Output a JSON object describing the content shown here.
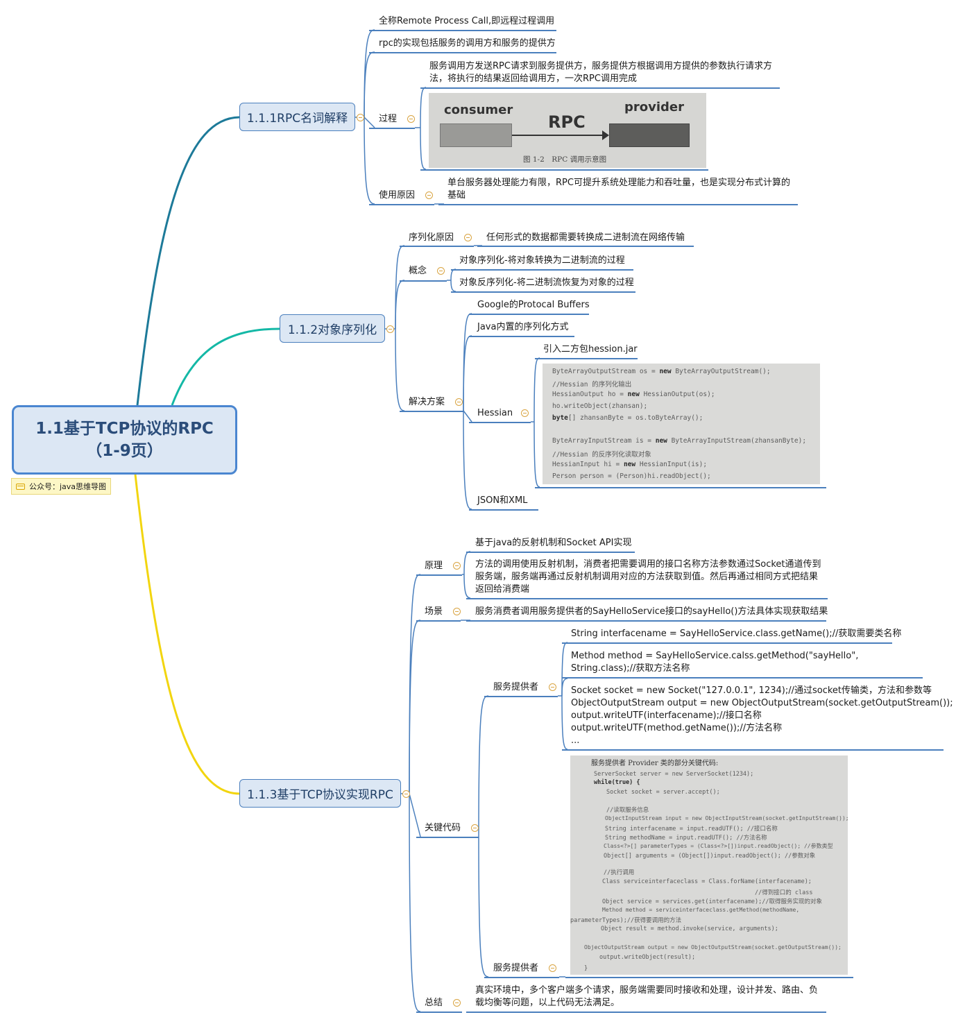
{
  "root": {
    "line1": "1.1基于TCP协议的RPC",
    "line2": "（1-9页）"
  },
  "note": "公众号：java思维导图",
  "b1": {
    "title": "1.1.1RPC名词解释",
    "full_name": "全称Remote Process Call,即远程过程调用",
    "impl": "rpc的实现包括服务的调用方和服务的提供方",
    "process_label": "过程",
    "process_text": "服务调用方发送RPC请求到服务提供方，服务提供方根据调用方提供的参数执行请求方法，将执行的结果返回给调用方，一次RPC调用完成",
    "diagram": {
      "consumer": "consumer",
      "provider": "provider",
      "rpc": "RPC",
      "caption": "图 1-2　RPC 调用示意图"
    },
    "reason_label": "使用原因",
    "reason_text": "单台服务器处理能力有限，RPC可提升系统处理能力和吞吐量，也是实现分布式计算的基础"
  },
  "b2": {
    "title": "1.1.2对象序列化",
    "why_label": "序列化原因",
    "why_text": "任何形式的数据都需要转换成二进制流在网络传输",
    "concept_label": "概念",
    "concept_1": "对象序列化-将对象转换为二进制流的过程",
    "concept_2": "对象反序列化-将二进制流恢复为对象的过程",
    "solution_label": "解决方案",
    "sol_1": "Google的Protocal Buffers",
    "sol_2": "Java内置的序列化方式",
    "hessian_label": "Hessian",
    "hessian_jar": "引入二方包hession.jar",
    "hessian_code": {
      "l1a": "ByteArrayOutputStream os = ",
      "l1k": "new",
      "l1b": " ByteArrayOutputStream();",
      "l2": "//Hessian 的序列化输出",
      "l3a": "HessianOutput ho = ",
      "l3k": "new",
      "l3b": " HessianOutput(os);",
      "l4": "ho.writeObject(zhansan);",
      "l5k": "byte",
      "l5b": "[] zhansanByte = os.toByteArray();",
      "l6a": "ByteArrayInputStream is = ",
      "l6k": "new",
      "l6b": " ByteArrayInputStream(zhansanByte);",
      "l7": "//Hessian 的反序列化读取对象",
      "l8a": "HessianInput hi = ",
      "l8k": "new",
      "l8b": " HessianInput(is);",
      "l9": "Person person = (Person)hi.readObject();"
    },
    "sol_4": "JSON和XML"
  },
  "b3": {
    "title": "1.1.3基于TCP协议实现RPC",
    "principle_label": "原理",
    "principle_1": "基于java的反射机制和Socket API实现",
    "principle_2": "方法的调用使用反射机制，消费者把需要调用的接口名称方法参数通过Socket通道传到服务端，服务端再通过反射机制调用对应的方法获取到值。然后再通过相同方式把结果返回给消费端",
    "scene_label": "场景",
    "scene_text": "服务消费者调用服务提供者的SayHelloService接口的sayHello()方法具体实现获取结果",
    "keycode_label": "关键代码",
    "provider_label_1": "服务提供者",
    "code_1": "String interfacename = SayHelloService.class.getName();//获取需要类名称",
    "code_2": "Method method = SayHelloService.calss.getMethod(\"sayHello\", String.class);//获取方法名称",
    "code_3": {
      "l1": "Socket socket = new Socket(\"127.0.0.1\", 1234);//通过socket传输类，方法和参数等",
      "l2": "ObjectOutputStream output = new ObjectOutputStream(socket.getOutputStream());",
      "l3": "output.writeUTF(interfacename);//接口名称",
      "l4": "output.writeUTF(method.getName());//方法名称",
      "l5": "..."
    },
    "provider_label_2": "服务提供者",
    "provider_code": {
      "h": "服务提供者 Provider 类的部分关键代码:",
      "l1": "ServerSocket server = new ServerSocket(1234);",
      "l2": "while(true) {",
      "l3": "Socket socket = server.accept();",
      "l4": "//读取服务信息",
      "l5": "ObjectInputStream input = new ObjectInputStream(socket.getInputStream());",
      "l6": "String interfacename = input.readUTF(); //接口名称",
      "l7": "String methodName = input.readUTF();  //方法名称",
      "l8": "Class<?>[] parameterTypes = (Class<?>[])input.readObject();  //参数类型",
      "l9": "Object[] arguments = (Object[])input.readObject();  //参数对象",
      "l10": "//执行调用",
      "l11": "Class serviceinterfaceclass = Class.forName(interfacename);",
      "l12": "//得到接口的 class",
      "l13": "Object service = services.get(interfacename);//取得服务实现的对象",
      "l14": "Method     method     =     serviceinterfaceclass.getMethod(methodName,",
      "l15": "parameterTypes);//获得要调用的方法",
      "l16": "Object result = method.invoke(service, arguments);",
      "l17": "ObjectOutputStream output = new ObjectOutputStream(socket.getOutputStream());",
      "l18": "output.writeObject(result);",
      "l19": "}"
    },
    "summary_label": "总结",
    "summary_text": "真实环境中，多个客户端多个请求，服务端需要同时接收和处理，设计并发、路由、负载均衡等问题，以上代码无法满足。"
  },
  "colors": {
    "branch1": "#1d7a99",
    "branch2": "#14b8a6",
    "branch3": "#f2d50f",
    "underline": "#4a7fbd",
    "toggle": "#d9a441"
  }
}
